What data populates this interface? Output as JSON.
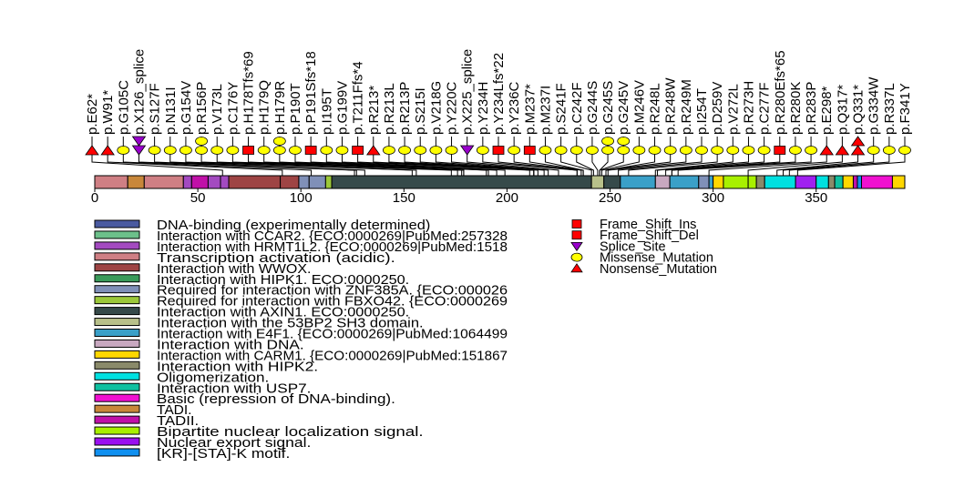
{
  "chart_data": {
    "type": "lollipop",
    "protein_length": 393,
    "x_ticks": [
      0,
      50,
      100,
      150,
      200,
      250,
      300,
      350
    ],
    "mutations": [
      {
        "label": "p.E62*",
        "pos": 62,
        "type": "Nonsense_Mutation",
        "count": 1
      },
      {
        "label": "p.W91*",
        "pos": 91,
        "type": "Nonsense_Mutation",
        "count": 1
      },
      {
        "label": "p.G105C",
        "pos": 105,
        "type": "Missense_Mutation",
        "count": 1
      },
      {
        "label": "p.X126_splice",
        "pos": 126,
        "type": "Splice_Site",
        "count": 2
      },
      {
        "label": "p.S127F",
        "pos": 127,
        "type": "Missense_Mutation",
        "count": 1
      },
      {
        "label": "p.N131I",
        "pos": 131,
        "type": "Missense_Mutation",
        "count": 1
      },
      {
        "label": "p.G154V",
        "pos": 154,
        "type": "Missense_Mutation",
        "count": 1
      },
      {
        "label": "p.R156P",
        "pos": 156,
        "type": "Missense_Mutation",
        "count": 2
      },
      {
        "label": "p.V173L",
        "pos": 173,
        "type": "Missense_Mutation",
        "count": 1
      },
      {
        "label": "p.C176Y",
        "pos": 176,
        "type": "Missense_Mutation",
        "count": 1
      },
      {
        "label": "p.H178Tfs*69",
        "pos": 178,
        "type": "Frame_Shift_Del",
        "count": 1
      },
      {
        "label": "p.H179Q",
        "pos": 179,
        "type": "Missense_Mutation",
        "count": 1
      },
      {
        "label": "p.H179R",
        "pos": 179,
        "type": "Missense_Mutation",
        "count": 2
      },
      {
        "label": "p.P190T",
        "pos": 190,
        "type": "Missense_Mutation",
        "count": 1
      },
      {
        "label": "p.P191Sfs*18",
        "pos": 191,
        "type": "Frame_Shift_Del",
        "count": 1
      },
      {
        "label": "p.I195T",
        "pos": 195,
        "type": "Missense_Mutation",
        "count": 1
      },
      {
        "label": "p.G199V",
        "pos": 199,
        "type": "Missense_Mutation",
        "count": 1
      },
      {
        "label": "p.T211Ffs*4",
        "pos": 211,
        "type": "Frame_Shift_Del",
        "count": 1
      },
      {
        "label": "p.R213*",
        "pos": 213,
        "type": "Nonsense_Mutation",
        "count": 1
      },
      {
        "label": "p.R213L",
        "pos": 213,
        "type": "Missense_Mutation",
        "count": 1
      },
      {
        "label": "p.R213P",
        "pos": 213,
        "type": "Missense_Mutation",
        "count": 1
      },
      {
        "label": "p.S215I",
        "pos": 215,
        "type": "Missense_Mutation",
        "count": 1
      },
      {
        "label": "p.V218G",
        "pos": 218,
        "type": "Missense_Mutation",
        "count": 1
      },
      {
        "label": "p.Y220C",
        "pos": 220,
        "type": "Missense_Mutation",
        "count": 1
      },
      {
        "label": "p.X225_splice",
        "pos": 225,
        "type": "Splice_Site",
        "count": 1
      },
      {
        "label": "p.Y234H",
        "pos": 234,
        "type": "Missense_Mutation",
        "count": 1
      },
      {
        "label": "p.Y234Lfs*22",
        "pos": 234,
        "type": "Frame_Shift_Del",
        "count": 1
      },
      {
        "label": "p.Y236C",
        "pos": 236,
        "type": "Missense_Mutation",
        "count": 1
      },
      {
        "label": "p.M237*",
        "pos": 237,
        "type": "Frame_Shift_Del",
        "count": 1
      },
      {
        "label": "p.M237I",
        "pos": 237,
        "type": "Missense_Mutation",
        "count": 1
      },
      {
        "label": "p.S241F",
        "pos": 241,
        "type": "Missense_Mutation",
        "count": 1
      },
      {
        "label": "p.C242F",
        "pos": 242,
        "type": "Missense_Mutation",
        "count": 1
      },
      {
        "label": "p.G244S",
        "pos": 244,
        "type": "Missense_Mutation",
        "count": 1
      },
      {
        "label": "p.G245S",
        "pos": 245,
        "type": "Missense_Mutation",
        "count": 2
      },
      {
        "label": "p.G245V",
        "pos": 245,
        "type": "Missense_Mutation",
        "count": 2
      },
      {
        "label": "p.M246V",
        "pos": 246,
        "type": "Missense_Mutation",
        "count": 1
      },
      {
        "label": "p.R248L",
        "pos": 248,
        "type": "Missense_Mutation",
        "count": 1
      },
      {
        "label": "p.R248W",
        "pos": 248,
        "type": "Missense_Mutation",
        "count": 1
      },
      {
        "label": "p.R249M",
        "pos": 249,
        "type": "Missense_Mutation",
        "count": 1
      },
      {
        "label": "p.I254T",
        "pos": 254,
        "type": "Missense_Mutation",
        "count": 1
      },
      {
        "label": "p.D259V",
        "pos": 259,
        "type": "Missense_Mutation",
        "count": 1
      },
      {
        "label": "p.V272L",
        "pos": 272,
        "type": "Missense_Mutation",
        "count": 1
      },
      {
        "label": "p.R273H",
        "pos": 273,
        "type": "Missense_Mutation",
        "count": 1
      },
      {
        "label": "p.C277F",
        "pos": 277,
        "type": "Missense_Mutation",
        "count": 1
      },
      {
        "label": "p.R280Efs*65",
        "pos": 280,
        "type": "Frame_Shift_Del",
        "count": 1
      },
      {
        "label": "p.R280K",
        "pos": 280,
        "type": "Missense_Mutation",
        "count": 1
      },
      {
        "label": "p.R283P",
        "pos": 283,
        "type": "Missense_Mutation",
        "count": 1
      },
      {
        "label": "p.E298*",
        "pos": 298,
        "type": "Nonsense_Mutation",
        "count": 1
      },
      {
        "label": "p.Q317*",
        "pos": 317,
        "type": "Nonsense_Mutation",
        "count": 1
      },
      {
        "label": "p.Q331*",
        "pos": 331,
        "type": "Nonsense_Mutation",
        "count": 2
      },
      {
        "label": "p.G334W",
        "pos": 334,
        "type": "Missense_Mutation",
        "count": 1
      },
      {
        "label": "p.R337L",
        "pos": 337,
        "type": "Missense_Mutation",
        "count": 1
      },
      {
        "label": "p.F341Y",
        "pos": 341,
        "type": "Missense_Mutation",
        "count": 1
      }
    ],
    "domain_segments": [
      {
        "start": 0,
        "end": 16,
        "color": "#cf7f84"
      },
      {
        "start": 16,
        "end": 24,
        "color": "#c8873a"
      },
      {
        "start": 24,
        "end": 43,
        "color": "#cf7f84"
      },
      {
        "start": 43,
        "end": 47,
        "color": "#a34ac0"
      },
      {
        "start": 47,
        "end": 55,
        "color": "#c010a8"
      },
      {
        "start": 55,
        "end": 61,
        "color": "#a34ac0"
      },
      {
        "start": 61,
        "end": 65,
        "color": "#a34ac0"
      },
      {
        "start": 65,
        "end": 90,
        "color": "#9e4444"
      },
      {
        "start": 90,
        "end": 99,
        "color": "#9e4444"
      },
      {
        "start": 99,
        "end": 104,
        "color": "#8090b8"
      },
      {
        "start": 104,
        "end": 112,
        "color": "#8090b8"
      },
      {
        "start": 112,
        "end": 115,
        "color": "#9cc83a"
      },
      {
        "start": 115,
        "end": 241,
        "color": "#364a4a"
      },
      {
        "start": 241,
        "end": 247,
        "color": "#b8c08a"
      },
      {
        "start": 247,
        "end": 255,
        "color": "#364a4a"
      },
      {
        "start": 255,
        "end": 272,
        "color": "#3aa0c8"
      },
      {
        "start": 272,
        "end": 279,
        "color": "#c8a8c0"
      },
      {
        "start": 279,
        "end": 293,
        "color": "#3aa0c8"
      },
      {
        "start": 293,
        "end": 298,
        "color": "#8090b8"
      },
      {
        "start": 298,
        "end": 300,
        "color": "#3aa0c8"
      },
      {
        "start": 300,
        "end": 305,
        "color": "#ffd700"
      },
      {
        "start": 305,
        "end": 317,
        "color": "#a8f000"
      },
      {
        "start": 317,
        "end": 321,
        "color": "#a8f000"
      },
      {
        "start": 321,
        "end": 325,
        "color": "#8a8a6a"
      },
      {
        "start": 325,
        "end": 340,
        "color": "#00e0e0"
      },
      {
        "start": 340,
        "end": 350,
        "color": "#a020f0"
      },
      {
        "start": 350,
        "end": 356,
        "color": "#00e0e0"
      },
      {
        "start": 356,
        "end": 359,
        "color": "#8a8a6a"
      },
      {
        "start": 359,
        "end": 363,
        "color": "#10c0a0"
      },
      {
        "start": 363,
        "end": 368,
        "color": "#ffd700"
      },
      {
        "start": 368,
        "end": 370,
        "color": "#c010a8"
      },
      {
        "start": 370,
        "end": 372,
        "color": "#1090f0"
      },
      {
        "start": 372,
        "end": 387,
        "color": "#f010d0"
      },
      {
        "start": 387,
        "end": 393,
        "color": "#ffd700"
      }
    ],
    "domain_legend": [
      {
        "label": "DNA-binding (experimentally determined)",
        "color": "#4a5aa0"
      },
      {
        "label": "Interaction with CCAR2. {ECO:0000269|PubMed:257328",
        "color": "#6cc08a"
      },
      {
        "label": "Interaction with HRMT1L2. {ECO:0000269|PubMed:1518",
        "color": "#a34ac0"
      },
      {
        "label": "Transcription activation (acidic).",
        "color": "#cf7f84"
      },
      {
        "label": "Interaction with WWOX.",
        "color": "#9e4444"
      },
      {
        "label": "Interaction with HIPK1. ECO:0000250.",
        "color": "#3a9a5a"
      },
      {
        "label": "Required for interaction with ZNF385A. {ECO:000026",
        "color": "#8090b8"
      },
      {
        "label": "Required for interaction with FBXO42. {ECO:0000269",
        "color": "#9cc83a"
      },
      {
        "label": "Interaction with AXIN1. ECO:0000250.",
        "color": "#364a4a"
      },
      {
        "label": "Interaction with the 53BP2 SH3 domain.",
        "color": "#b8c08a"
      },
      {
        "label": "Interaction with E4F1. {ECO:0000269|PubMed:1064499",
        "color": "#3aa0c8"
      },
      {
        "label": "Interaction with DNA.",
        "color": "#c8a8c0"
      },
      {
        "label": "Interaction with CARM1. {ECO:0000269|PubMed:151867",
        "color": "#ffd700"
      },
      {
        "label": "Interaction with HIPK2.",
        "color": "#8a8a6a"
      },
      {
        "label": "Oligomerization.",
        "color": "#00e0e0"
      },
      {
        "label": "Interaction with USP7.",
        "color": "#10c0a0"
      },
      {
        "label": "Basic (repression of DNA-binding).",
        "color": "#f010d0"
      },
      {
        "label": "TADI.",
        "color": "#c8873a"
      },
      {
        "label": "TADII.",
        "color": "#c010a8"
      },
      {
        "label": "Bipartite nuclear localization signal.",
        "color": "#a8f000"
      },
      {
        "label": "Nuclear export signal.",
        "color": "#9a10f0"
      },
      {
        "label": "[KR]-[STA]-K motif.",
        "color": "#1090f0"
      }
    ],
    "mutation_legend": [
      {
        "label": "Frame_Shift_Ins",
        "shape": "square",
        "color": "#ff0000"
      },
      {
        "label": "Frame_Shift_Del",
        "shape": "square",
        "color": "#ff0000"
      },
      {
        "label": "Splice_Site",
        "shape": "triangle-down",
        "color": "#9900cc"
      },
      {
        "label": "Missense_Mutation",
        "shape": "ellipse",
        "color": "#ffff00"
      },
      {
        "label": "Nonsense_Mutation",
        "shape": "triangle-up",
        "color": "#ff0000"
      }
    ]
  }
}
